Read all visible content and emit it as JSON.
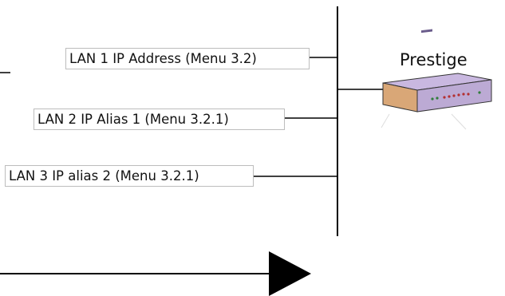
{
  "lan_labels": [
    {
      "text": "LAN 1 IP Address (Menu 3.2)"
    },
    {
      "text": "LAN 2 IP Alias 1 (Menu 3.2.1)"
    },
    {
      "text": "LAN 3 IP alias 2 (Menu 3.2.1)"
    }
  ],
  "device": {
    "name": "Prestige",
    "icon": "router-icon"
  },
  "colors": {
    "line": "#000000",
    "label_border": "#bdbdbd",
    "router_body": "#c9b8e0",
    "router_front": "#d9a777"
  }
}
